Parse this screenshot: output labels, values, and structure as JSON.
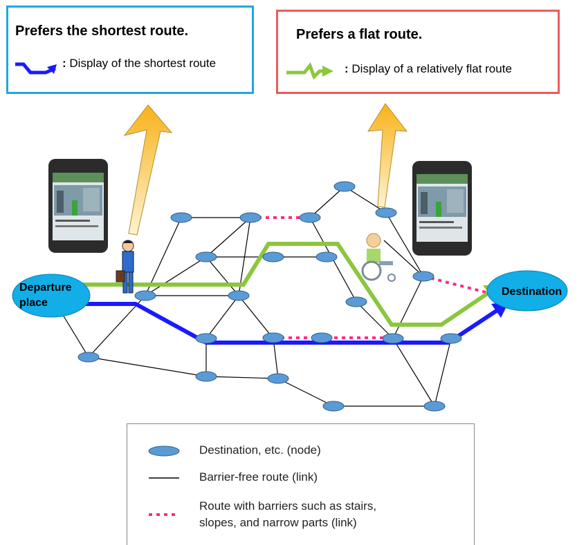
{
  "shortest_box": {
    "title": "Prefers the shortest route.",
    "description": "Display of the shortest route",
    "colon": ":"
  },
  "flat_box": {
    "title": "Prefers a flat route.",
    "description": "Display of a relatively flat route",
    "colon": ":"
  },
  "map": {
    "departure_label_line1": "Departure",
    "departure_label_line2": "place",
    "destination_label": "Destination"
  },
  "legend": {
    "node": "Destination, etc. (node)",
    "link": "Barrier-free route (link)",
    "barrier_line1": "Route with barriers such as stairs,",
    "barrier_line2": "slopes, and narrow parts (link)"
  },
  "colors": {
    "node_fill": "#5b9bd5",
    "shortest_route": "#1a1aff",
    "flat_route": "#8cc63f",
    "barrier_link": "#ff2a7f",
    "shortest_box_border": "#1fa6e0",
    "flat_box_border": "#f05a5a"
  }
}
